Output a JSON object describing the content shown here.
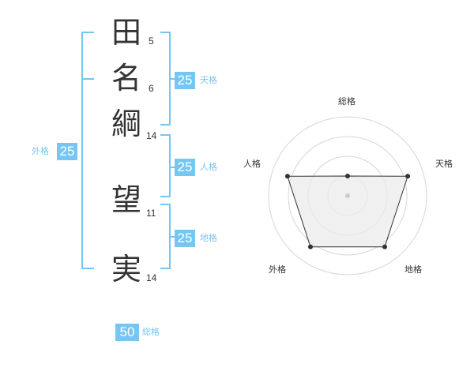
{
  "name": [
    {
      "char": "田",
      "strokes": "5"
    },
    {
      "char": "名",
      "strokes": "6"
    },
    {
      "char": "綱",
      "strokes": "14"
    },
    {
      "char": "望",
      "strokes": "11"
    },
    {
      "char": "実",
      "strokes": "14"
    }
  ],
  "fortunes": {
    "tenkaku": {
      "label": "天格",
      "value": "25"
    },
    "jinkaku": {
      "label": "人格",
      "value": "25"
    },
    "chikaku": {
      "label": "地格",
      "value": "25"
    },
    "gaikaku": {
      "label": "外格",
      "value": "25"
    },
    "soukaku": {
      "label": "総格",
      "value": "50"
    }
  },
  "chart_data": {
    "type": "radar",
    "axes": [
      "総格",
      "天格",
      "地格",
      "外格",
      "人格"
    ],
    "values": [
      0.25,
      0.8,
      0.8,
      0.8,
      0.8
    ],
    "max": 1,
    "rings": 4,
    "colors": {
      "fill": "#ebebeb",
      "line": "#333333",
      "ring": "#d6d6d6",
      "accent": "#77c6f2"
    }
  }
}
